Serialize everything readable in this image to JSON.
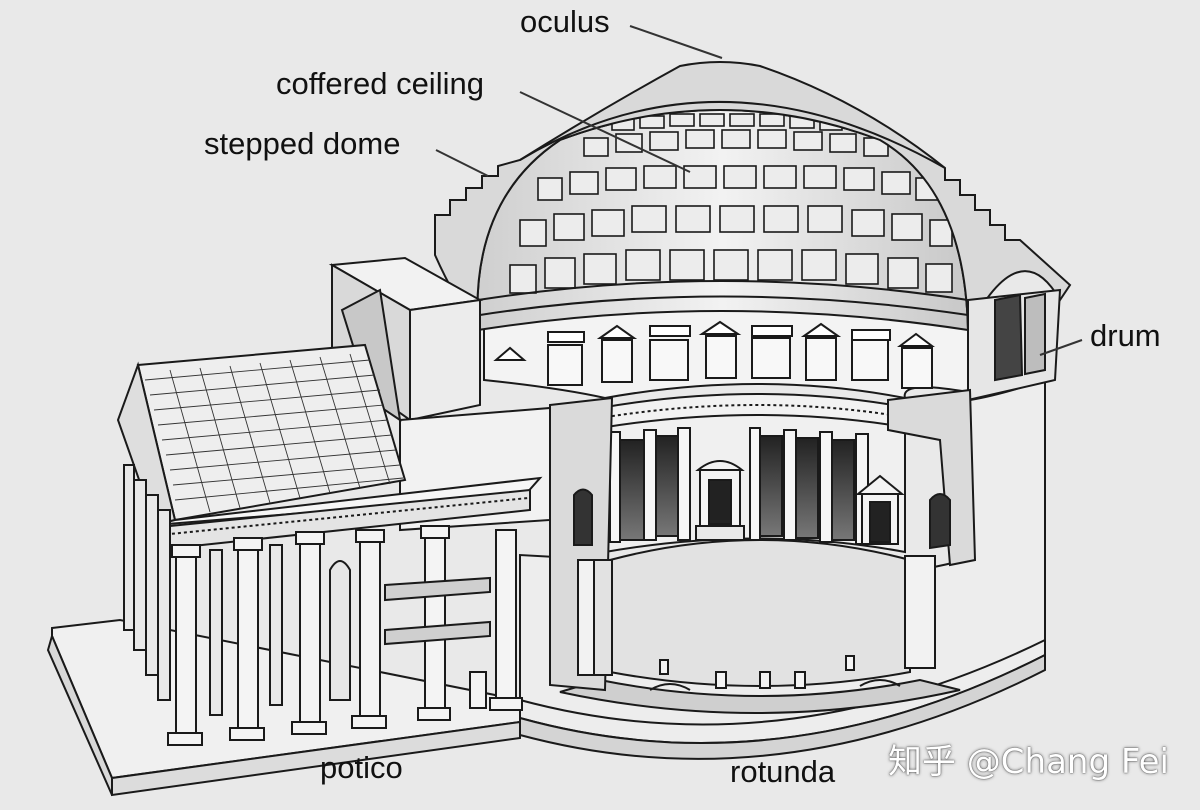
{
  "labels": {
    "oculus": "oculus",
    "coffered_ceiling": "coffered ceiling",
    "stepped_dome": "stepped dome",
    "drum": "drum",
    "portico": "potico",
    "rotunda": "rotunda"
  },
  "watermark": "知乎 @Chang Fei",
  "colors": {
    "background": "#e9e9e9",
    "line": "#1a1a1a",
    "shade": "#555555",
    "fill_light": "#f4f4f4",
    "fill_mid": "#d6d6d6",
    "dark_opening": "#222222"
  }
}
